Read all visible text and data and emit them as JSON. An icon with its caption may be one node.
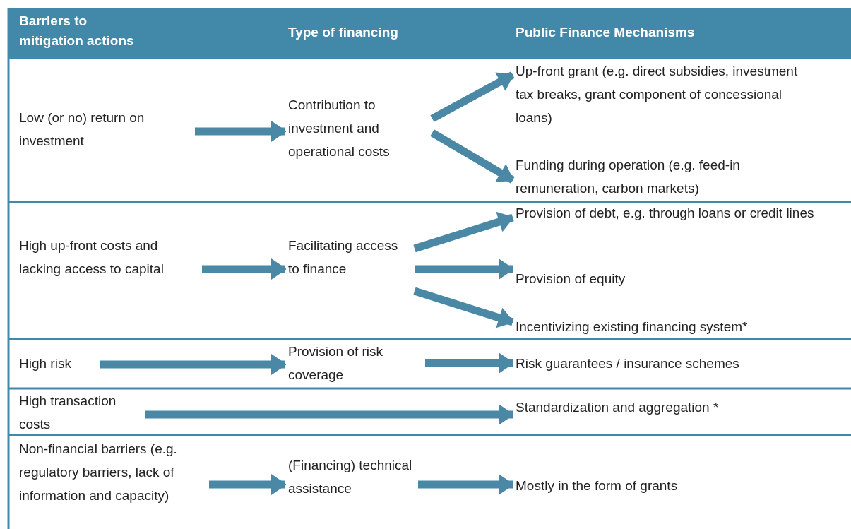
{
  "diagram": {
    "nodes": [
      {
        "text": [
          "Low (or no) return on investment"
        ]
      },
      {
        "text": [
          "Contribution to investment and operational costs"
        ]
      },
      {
        "text": [
          "Up-front grant  (e.g. direct subsidies, investment tax breaks, grant component of concessional loans)"
        ]
      },
      {
        "text": [
          "Funding during operation (e.g.  feed-in remuneration, carbon markets)"
        ]
      },
      {
        "text": [
          "High up-front costs and lacking access to capital"
        ]
      },
      {
        "text": [
          "Facilitating access to finance"
        ]
      },
      {
        "text": [
          "Provision of debt, e.g. through loans or credit lines"
        ]
      },
      {
        "text": [
          "Provision of equity"
        ]
      },
      {
        "text": [
          "Incentivizing existing financing system*"
        ]
      },
      {
        "text": [
          "High risk"
        ]
      },
      {
        "text": [
          "Provision of risk coverage"
        ]
      },
      {
        "text": [
          "Risk guarantees / insurance schemes"
        ]
      },
      {
        "text": [
          "High transaction costs"
        ]
      },
      {
        "text": [
          "Standardization and aggregation *"
        ]
      },
      {
        "text": [
          "Non-financial barriers (e.g. regulatory barriers, lack of information and capacity)"
        ]
      },
      {
        "text": [
          "(Financing) technical assistance"
        ]
      },
      {
        "text": [
          "Mostly in the form of grants"
        ]
      }
    ],
    "edges": [
      {
        "from": 0,
        "to": 1,
        "arrow": "to"
      },
      {
        "from": 1,
        "to": 2,
        "arrow": "to"
      },
      {
        "from": 1,
        "to": 3,
        "arrow": "to"
      },
      {
        "from": 4,
        "to": 5,
        "arrow": "to"
      },
      {
        "from": 5,
        "to": 6,
        "arrow": "to"
      },
      {
        "from": 5,
        "to": 7,
        "arrow": "to"
      },
      {
        "from": 5,
        "to": 8,
        "arrow": "to"
      },
      {
        "from": 9,
        "to": 10,
        "arrow": "to"
      },
      {
        "from": 10,
        "to": 11,
        "arrow": "to"
      },
      {
        "from": 12,
        "to": 13,
        "arrow": "to"
      },
      {
        "from": 14,
        "to": 15,
        "arrow": "to"
      },
      {
        "from": 15,
        "to": 16,
        "arrow": "to"
      }
    ],
    "labels": [
      "Barriers to mitigation actions",
      "Type of financing",
      "Public Finance Mechanisms"
    ]
  }
}
